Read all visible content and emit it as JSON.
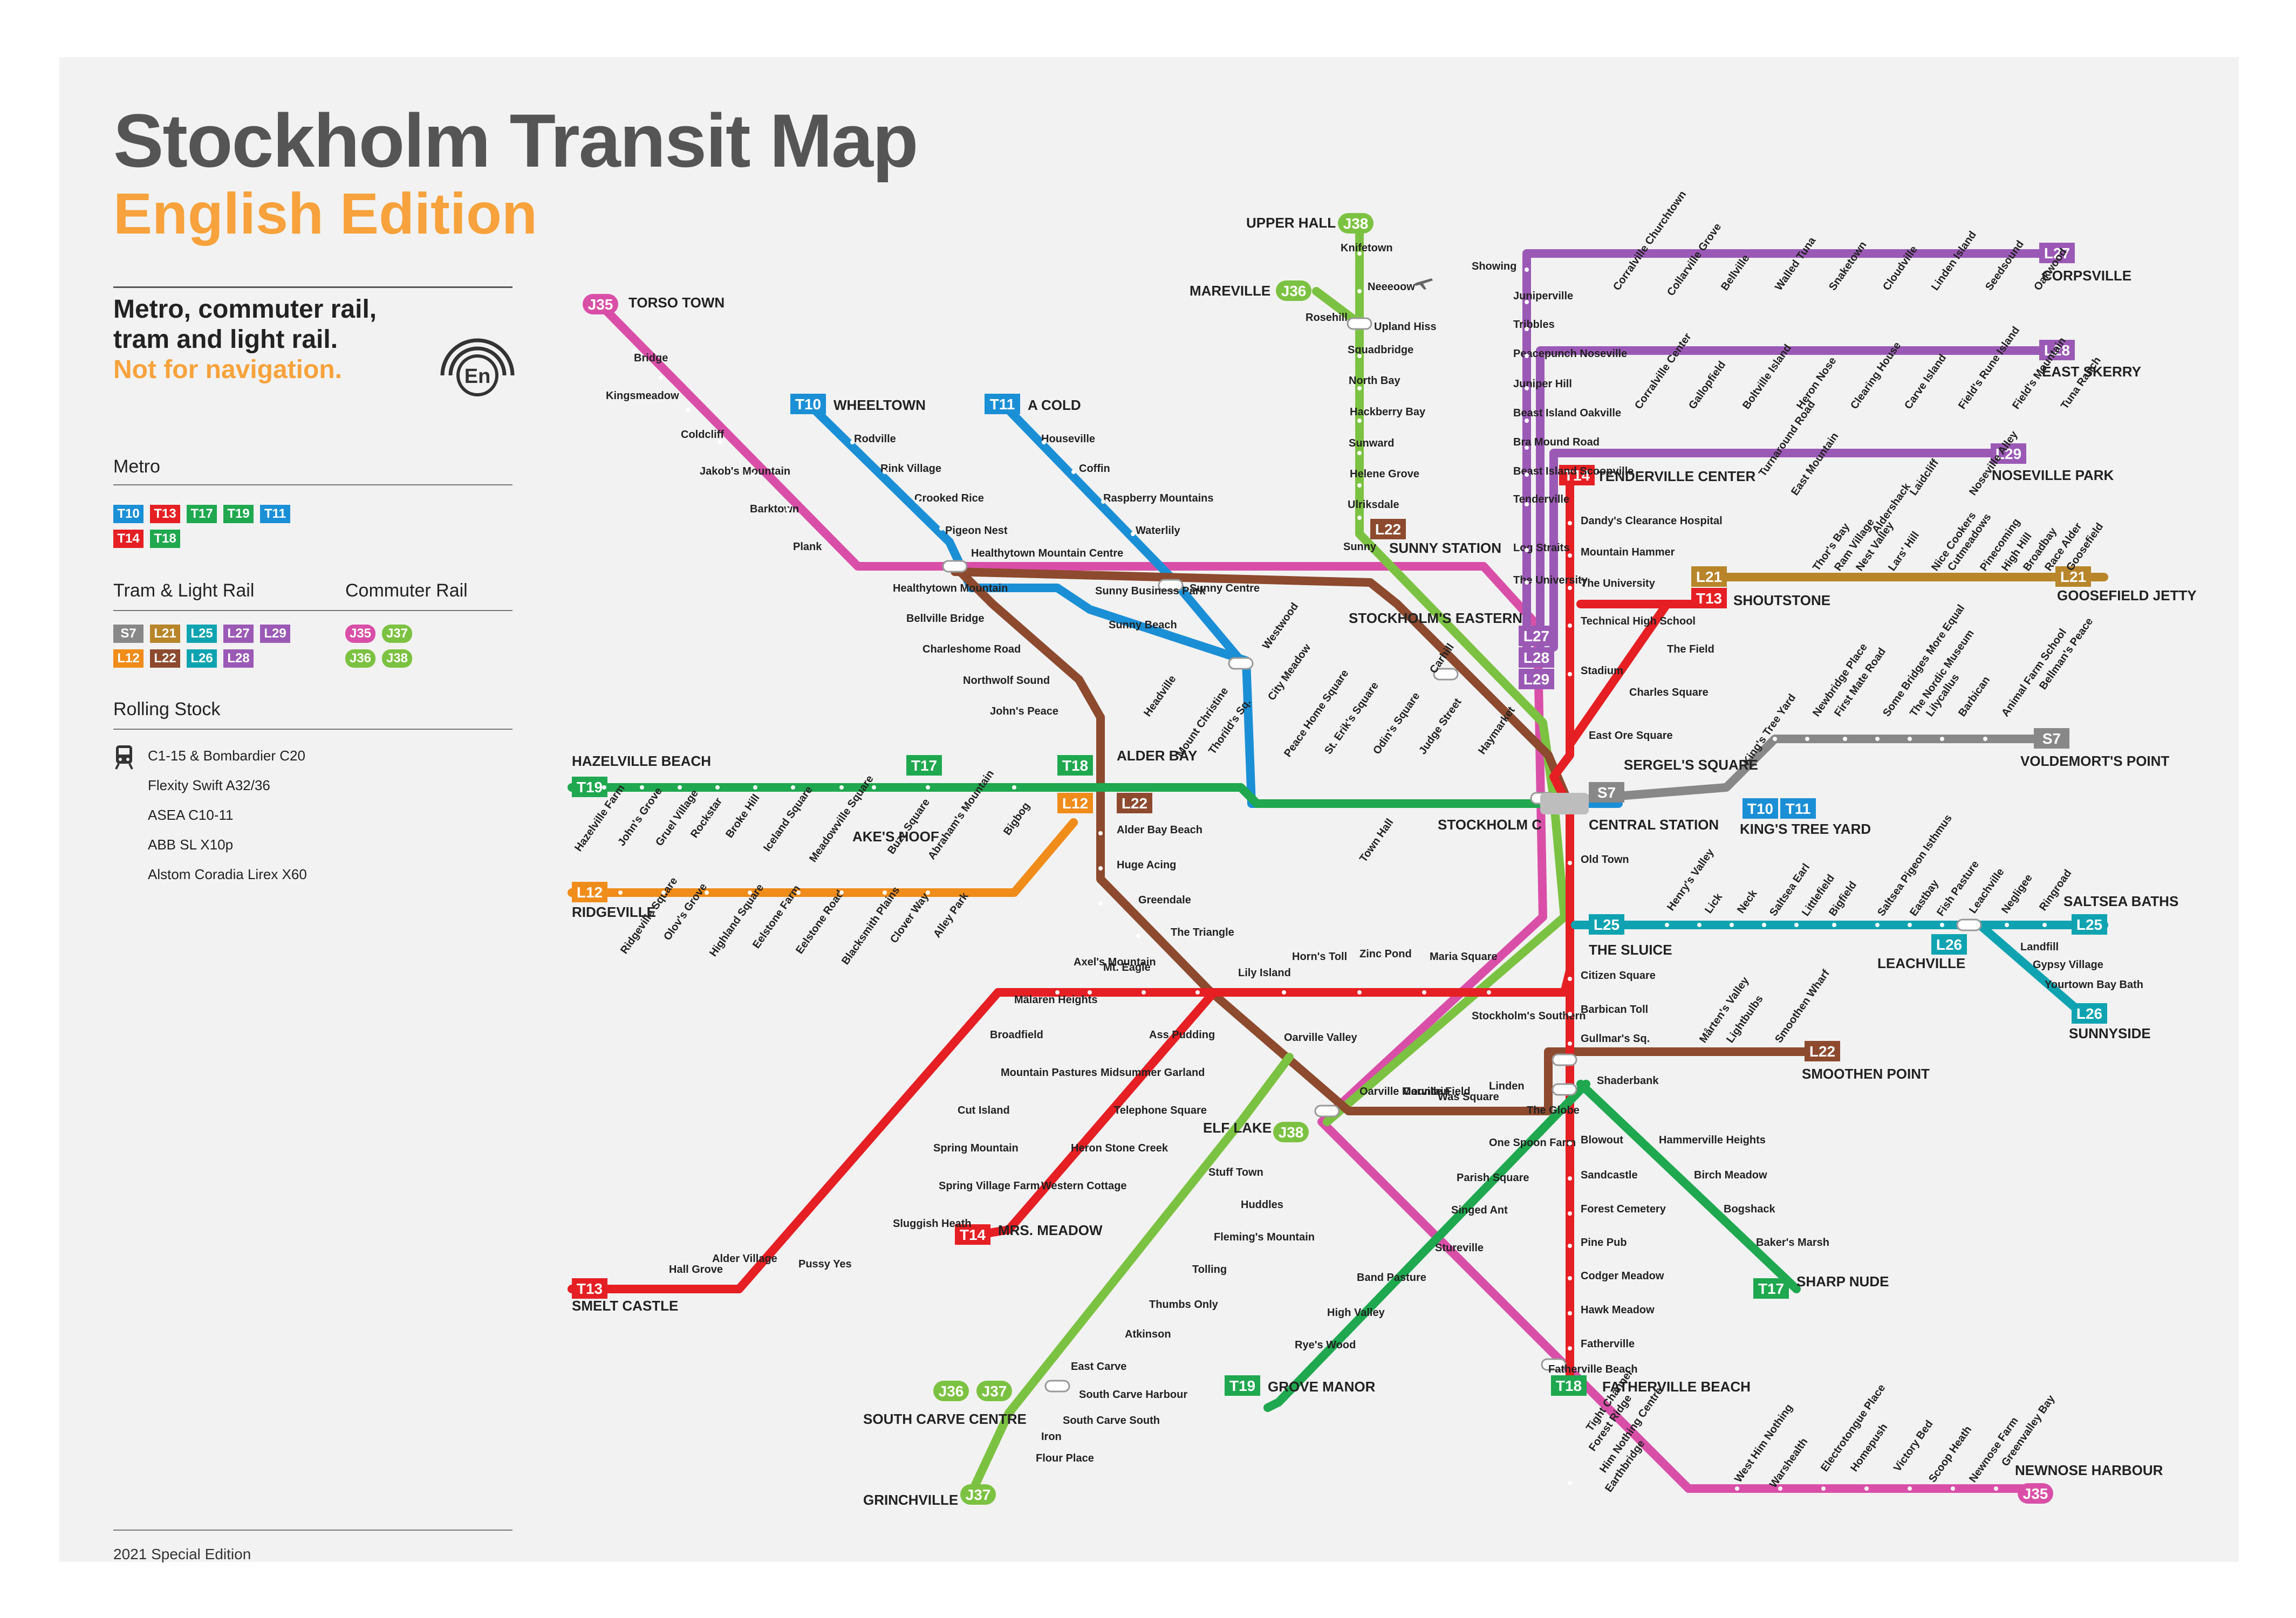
{
  "title": "Stockholm Transit Map",
  "subtitle": "English Edition",
  "blurb": [
    "Metro, commuter rail,",
    "tram and light rail."
  ],
  "warning": "Not for navigation.",
  "logo_text": "En",
  "legend": {
    "metro_heading": "Metro",
    "metro": [
      {
        "id": "T10",
        "color": "#1b8fd6"
      },
      {
        "id": "T13",
        "color": "#e51f23"
      },
      {
        "id": "T17",
        "color": "#1fa84f"
      },
      {
        "id": "T19",
        "color": "#1fa84f"
      },
      {
        "id": "T11",
        "color": "#1b8fd6"
      },
      {
        "id": "T14",
        "color": "#e51f23"
      },
      {
        "id": "T18",
        "color": "#1fa84f"
      }
    ],
    "tram_heading": "Tram & Light Rail",
    "tram": [
      {
        "id": "S7",
        "color": "#888888"
      },
      {
        "id": "L21",
        "color": "#b8852a"
      },
      {
        "id": "L25",
        "color": "#0fa3b1"
      },
      {
        "id": "L27",
        "color": "#9b59b6"
      },
      {
        "id": "L29",
        "color": "#9b59b6"
      },
      {
        "id": "L12",
        "color": "#f08c1a"
      },
      {
        "id": "L22",
        "color": "#8d4a2e"
      },
      {
        "id": "L26",
        "color": "#0fa3b1"
      },
      {
        "id": "L28",
        "color": "#9b59b6"
      }
    ],
    "commuter_heading": "Commuter Rail",
    "commuter": [
      {
        "id": "J35",
        "color": "#d94fa8"
      },
      {
        "id": "J37",
        "color": "#7cc242"
      },
      {
        "id": "J36",
        "color": "#7cc242"
      },
      {
        "id": "J38",
        "color": "#7cc242"
      }
    ],
    "rolling_heading": "Rolling Stock",
    "rolling": [
      "C1-15 & Bombardier C20",
      "Flexity Swift A32/36",
      "ASEA C10-11",
      "ABB SL X10p",
      "Alstom Coradia Lirex X60"
    ]
  },
  "footer": "2021 Special Edition",
  "colors": {
    "T10": "#1b8fd6",
    "T11": "#1b8fd6",
    "T13": "#e51f23",
    "T14": "#e51f23",
    "T17": "#1fa84f",
    "T18": "#1fa84f",
    "T19": "#1fa84f",
    "S7": "#888888",
    "L12": "#f08c1a",
    "L21": "#b8852a",
    "L22": "#8d4a2e",
    "L25": "#0fa3b1",
    "L26": "#0fa3b1",
    "L27": "#9b59b6",
    "L28": "#9b59b6",
    "L29": "#9b59b6",
    "J35": "#d94fa8",
    "J36": "#7cc242",
    "J37": "#7cc242",
    "J38": "#7cc242"
  },
  "terminals": [
    "TORSO TOWN",
    "WHEELTOWN",
    "A COLD",
    "UPPER HALL",
    "MAREVILLE",
    "CORPSVILLE",
    "EAST SKERRY",
    "TENDERVILLE CENTER",
    "NOSEVILLE PARK",
    "SHOUTSTONE",
    "GOOSEFIELD JETTY",
    "SUNNY STATION",
    "STOCKHOLM'S EASTERN",
    "HAZELVILLE BEACH",
    "RIDGEVILLE",
    "SERGEL'S SQUARE",
    "VOLDEMORT'S POINT",
    "STOCKHOLM C",
    "CENTRAL STATION",
    "KING'S TREE YARD",
    "THE SLUICE",
    "LEACHVILLE",
    "SALTSEA BATHS",
    "SUNNYSIDE",
    "SMOOTHEN POINT",
    "ELF LAKE",
    "SMELT CASTLE",
    "MRS. MEADOW",
    "SHARP NUDE",
    "GROVE MANOR",
    "FATHERVILLE BEACH",
    "SOUTH CARVE CENTRE",
    "GRINCHVILLE",
    "NEWNOSE HARBOUR",
    "ALDER BAY",
    "AKE'S HOOF"
  ],
  "stations": {
    "J35_nw": [
      "Bridge",
      "Kingsmeadow",
      "Coldcliff",
      "Jakob's Mountain",
      "Barktown",
      "Plank"
    ],
    "T10": [
      "Rodville",
      "Rink Village",
      "Crooked Rice",
      "Pigeon Nest"
    ],
    "T11": [
      "Houseville",
      "Coffin",
      "Raspberry Mountains",
      "Waterlily"
    ],
    "trunk_w": [
      "Healthytown Mountain Centre",
      "Healthytown Mountain",
      "Sunny Business Park",
      "Sunny Centre",
      "Sunny Beach"
    ],
    "L22_n": [
      "Bellville Bridge",
      "Charleshome Road",
      "Northwolf Sound",
      "John's Peace"
    ],
    "J38_n": [
      "Knifetown",
      "Neeeoow",
      "Upland Hiss"
    ],
    "J36_n": [
      "Rosehill",
      "Squadbridge",
      "North Bay",
      "Hackberry Bay",
      "Sunward",
      "Helene Grove",
      "Ulriksdale",
      "Sunny"
    ],
    "L27_28_29_n": [
      "Showing",
      "Juniperville",
      "Tribbles",
      "Peacepunch Noseville",
      "Juniper Hill",
      "Beast Island Oakville",
      "Bra Mound Road",
      "Beast Island Scoopville",
      "Tenderville",
      "Log Straits",
      "The University"
    ],
    "L27": [
      "Corralville Churchtown",
      "Collarville Grove",
      "Bellville",
      "Walled Tuna",
      "Snaketown",
      "Cloudville",
      "Linden Island",
      "Seedsound",
      "Oakwood"
    ],
    "L28": [
      "Corralville Center",
      "Gallopfield",
      "Boltville Island",
      "Heron Nose",
      "Clearing House",
      "Carve Island",
      "Field's Rune Island",
      "Field's Mountain",
      "Tuna Ranch"
    ],
    "L29": [
      "Turnaround Road",
      "East Mountain",
      "Thor's Bay",
      "Ram Village",
      "Nest Valley",
      "Aldershack",
      "Lars' Hill",
      "Laidcliff",
      "Nice Cookers",
      "Cutmeadows",
      "Noseville Alley",
      "Pinecoming",
      "High Hill",
      "Broadbay",
      "Race Alder",
      "Goosefield"
    ],
    "T14_n": [
      "Dandy's Clearance Hospital",
      "Mountain Hammer",
      "The University",
      "Technical High School",
      "Stadium",
      "East Ore Square"
    ],
    "T13_n": [
      "The Field",
      "Charles Square"
    ],
    "S7": [
      "Newbridge Place",
      "First Mate Road",
      "Some Bridges More Equal",
      "The Nordic Museum",
      "Lilycallus",
      "Barbican",
      "Animal Farm School",
      "Bellman's Peace",
      "King's Tree Yard"
    ],
    "T17_19_w": [
      "Hazelville Farm",
      "John's Grove",
      "Gruel Village",
      "Rockstar",
      "Broke Hill",
      "Iceland Square",
      "Meadowville Square",
      "Buzz Square",
      "Abraham's Mountain",
      "Bigbog"
    ],
    "centre_w": [
      "Headville",
      "Mount Christine",
      "Thorild's Sq.",
      "Westwood",
      "City Meadow",
      "Peace Home Square",
      "St. Erik's Square",
      "Odin's Square",
      "Judge Street",
      "Haymarket",
      "Carhill",
      "Town Hall"
    ],
    "L12": [
      "Ridgeville Square",
      "Olov's Grove",
      "Highland Square",
      "Eelstone Farm",
      "Eelstone Road",
      "Blacksmith Plains",
      "Clover Way",
      "Alley Park"
    ],
    "L22_s": [
      "Alder Bay Beach",
      "Huge Acing",
      "Greendale",
      "The Triangle",
      "Lily Island",
      "Horn's Toll",
      "Zinc Pond",
      "Maria Square",
      "Oarville Valley",
      "Stockholm's Southern",
      "Oarville Mountain",
      "Oarville Field",
      "Was Square",
      "Linden",
      "The Globe"
    ],
    "T14_s": [
      "Old Town",
      "Citizen Square",
      "Barbican Toll",
      "Gullmar's Sq.",
      "Shaderbank",
      "Blowout",
      "Sandcastle",
      "Forest Cemetery",
      "Pine Pub",
      "Codger Meadow",
      "Hawk Meadow",
      "Fatherville",
      "Fatherville Beach"
    ],
    "L25": [
      "Henry's Valley",
      "Lick",
      "Neck",
      "Saltsea Earl",
      "Littlefield",
      "Bigfield",
      "Saltsea Pigeon Isthmus",
      "Eastbay",
      "Fish Pasture",
      "Leachville",
      "Negligee",
      "Ringroad"
    ],
    "L26": [
      "Landfill",
      "Gypsy Village",
      "Yourtown Bay Bath"
    ],
    "L22_e": [
      "Mårten's Valley",
      "Lightbulbs",
      "Smoothen Wharf"
    ],
    "T17_s": [
      "Hammerville Heights",
      "Birch Meadow",
      "Bogshack",
      "Baker's Marsh"
    ],
    "T13_s": [
      "Axel's Mountain",
      "Mt. Eagle",
      "Mälaren Heights",
      "Broadfield",
      "Mountain Pastures",
      "Cut Island",
      "Spring Mountain",
      "Spring Village Farm",
      "Sluggish Heath",
      "Pussy Yes",
      "Hall Grove",
      "Alder Village"
    ],
    "T14_sw": [
      "Ass Pudding",
      "Midsummer Garland",
      "Telephone Square",
      "Heron Stone Creek",
      "Western Cottage"
    ],
    "T19_s": [
      "One Spoon Farm",
      "Parish Square",
      "Singed Ant",
      "Stureville",
      "Band Pasture",
      "High Valley",
      "Rye's Wood"
    ],
    "J37_s": [
      "Stuff Town",
      "Huddles",
      "Fleming's Mountain",
      "Tolling",
      "Thumbs Only",
      "Atkinson",
      "East Carve",
      "South Carve Harbour",
      "South Carve South",
      "Iron",
      "Flour Place"
    ],
    "J35_s": [
      "Tight Channel",
      "Forest Ridge",
      "Him Nothing Centre",
      "Earthbridge",
      "West Him Nothing",
      "Warshealth",
      "Electrotongue Place",
      "Homepush",
      "Victory Bed",
      "Scoop Heath",
      "Newnose Farm",
      "Greenvalley Bay"
    ]
  }
}
